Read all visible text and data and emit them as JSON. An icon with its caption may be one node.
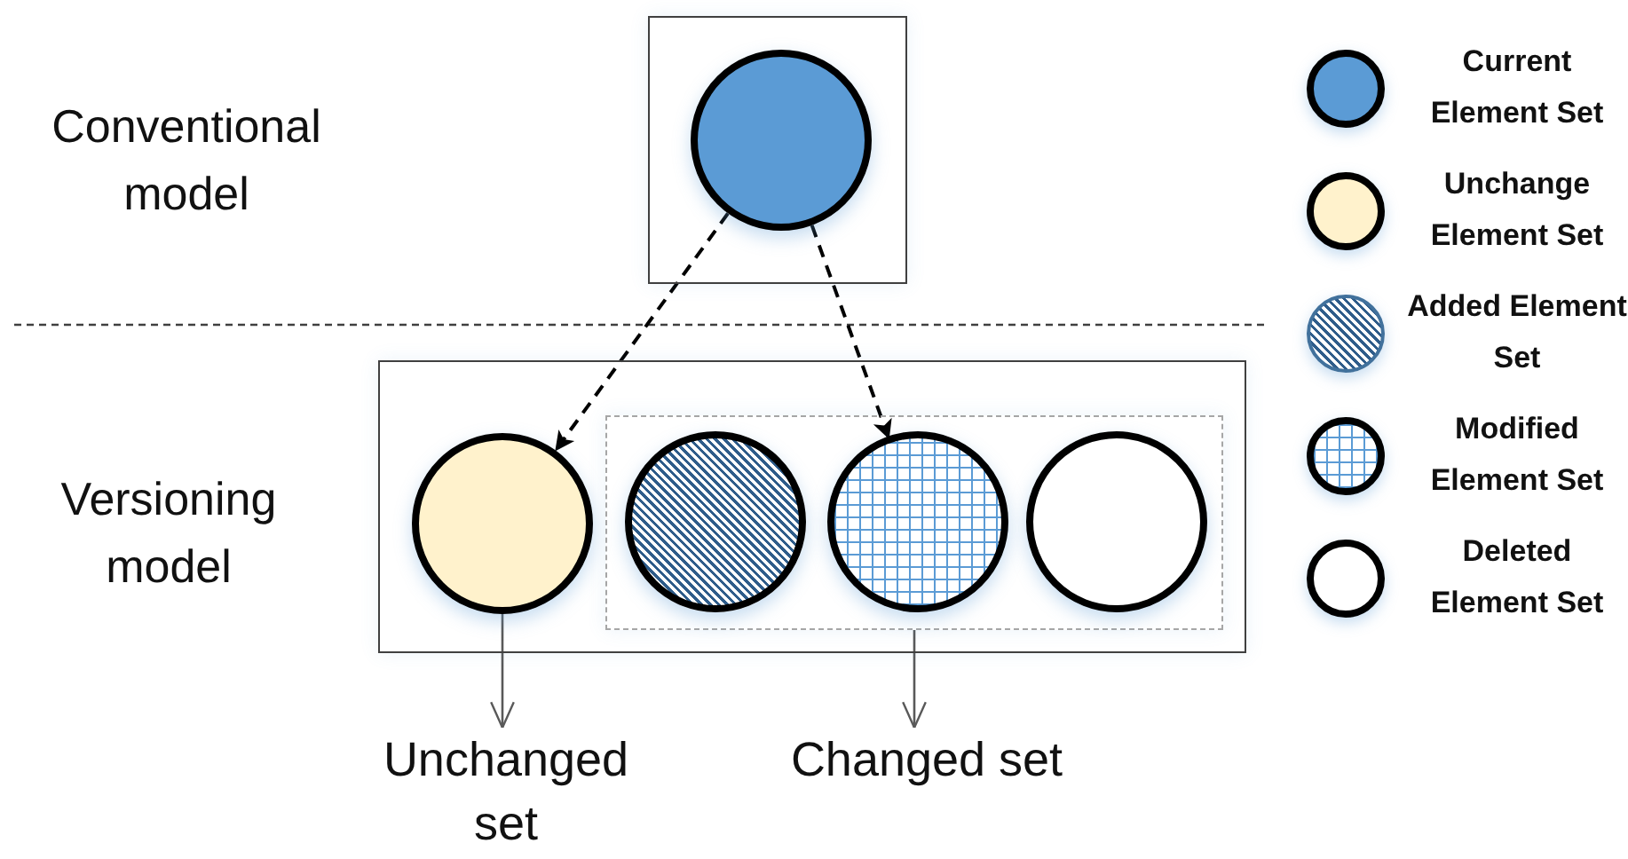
{
  "diagram": {
    "nodes": [
      {
        "text": [],
        "shape": "box"
      },
      {
        "text": [],
        "shape": "circle",
        "in": 0
      },
      {
        "text": [],
        "shape": "box"
      },
      {
        "text": [],
        "shape": "circle",
        "in": 2
      },
      {
        "text": [],
        "shape": "box",
        "in": 2
      },
      {
        "text": [],
        "shape": "circle",
        "in": 4
      },
      {
        "text": [],
        "shape": "circle",
        "in": 4
      },
      {
        "text": [],
        "shape": "circle",
        "in": 4
      },
      {
        "text": [
          "Unchanged set"
        ]
      },
      {
        "text": [
          "Changed set"
        ]
      }
    ],
    "edges": [
      {
        "from": 1,
        "to": 3,
        "arrow": "to",
        "style": "dashed"
      },
      {
        "from": 1,
        "to": 6,
        "arrow": "to",
        "style": "dashed"
      },
      {
        "from": 3,
        "to": 8,
        "arrow": "to",
        "color": "#595959"
      },
      {
        "from": 4,
        "to": 9,
        "arrow": "to",
        "color": "#595959"
      }
    ],
    "labels": [
      "Conventional model",
      "Versioning model"
    ],
    "legend": [
      {
        "text": "Current Element Set",
        "color": "#5b9bd5"
      },
      {
        "text": "Unchange Element Set",
        "color": "#fff2cc"
      },
      {
        "text": "Added Element Set"
      },
      {
        "text": "Modified Element Set"
      },
      {
        "text": "Deleted Element Set",
        "color": "#ffffff"
      }
    ]
  }
}
